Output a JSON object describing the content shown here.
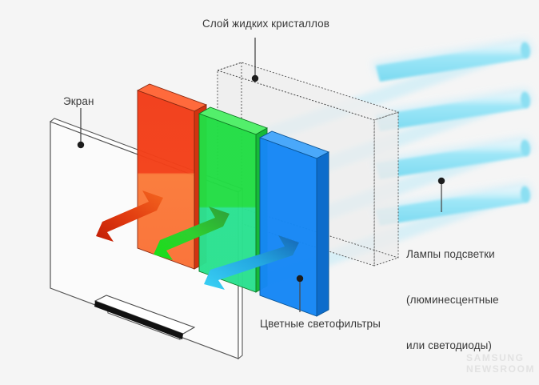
{
  "diagram": {
    "title_context": "LCD display layer structure",
    "background_color": "#f5f5f5",
    "text_color": "#3a3a3a"
  },
  "labels": {
    "lcd_layer": "Слой жидких кристаллов",
    "screen": "Экран",
    "backlight_line1": "Лампы подсветки",
    "backlight_line2": "(люминесцентные",
    "backlight_line3": "или светодиоды)",
    "color_filters": "Цветные светофильтры"
  },
  "watermark": {
    "line1": "SAMSUNG",
    "line2": "NEWSROOM",
    "color": "#e2e2e2"
  },
  "panels": [
    {
      "name": "red-filter-panel",
      "color": "#f23c18",
      "side_color": "#d63210",
      "front_color": "#fa7038"
    },
    {
      "name": "green-filter-panel",
      "color": "#22dd44",
      "side_color": "#15b836",
      "front_color": "#2ae08a"
    },
    {
      "name": "blue-filter-panel",
      "color": "#1587f5",
      "side_color": "#0f6fd0",
      "front_color": "#1587f5"
    }
  ],
  "arrows": [
    {
      "name": "red-light-arrow",
      "color_start": "#f05a1e",
      "color_end": "#c41f07"
    },
    {
      "name": "green-light-arrow",
      "color_start": "#2bbf2b",
      "color_end": "#22dd22"
    },
    {
      "name": "cyan-light-arrow",
      "color_start": "#1a6fbf",
      "color_end": "#32c8f0"
    }
  ],
  "lamps": {
    "count": 4,
    "color": "#8fe2f5",
    "glow_color": "#d6f4fb"
  },
  "screen_outline": {
    "stroke": "#5a5a5a",
    "fill": "#fbfbfb",
    "stand_color": "#111111"
  },
  "lcd_box": {
    "stroke": "#4a4a4a",
    "fill": "#ebebeb",
    "dash": "2 2"
  },
  "leader_lines": {
    "stroke": "#4a4a4a",
    "dot_color": "#1c1c1c",
    "dot_radius": 4.2
  }
}
